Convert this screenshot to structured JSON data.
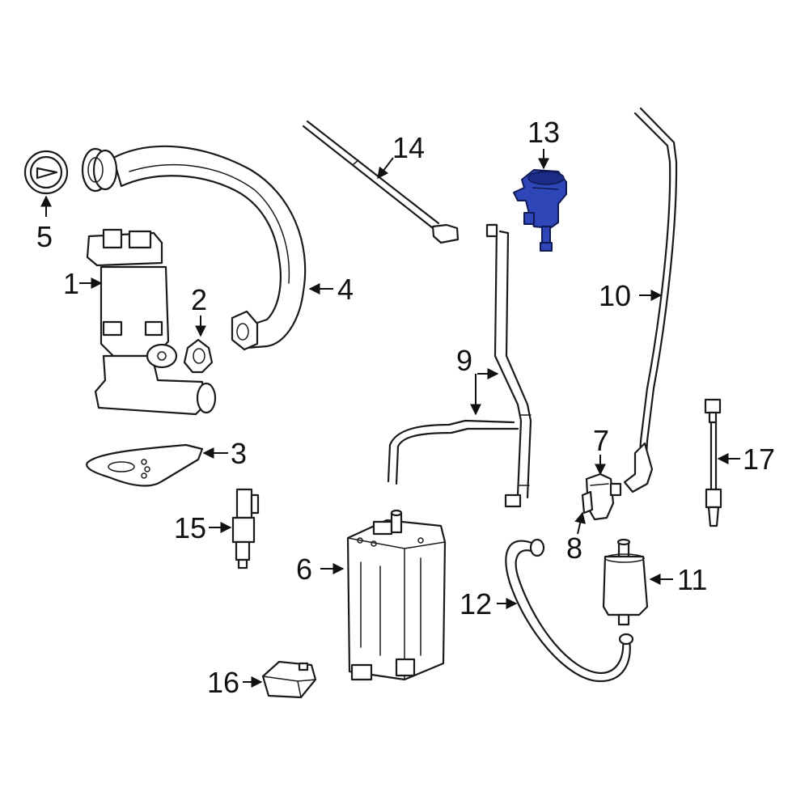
{
  "diagram": {
    "highlighted_part": "13",
    "highlight_color": "#2e46b8",
    "callouts": [
      {
        "id": "1",
        "label": "1"
      },
      {
        "id": "2",
        "label": "2"
      },
      {
        "id": "3",
        "label": "3"
      },
      {
        "id": "4",
        "label": "4"
      },
      {
        "id": "5",
        "label": "5"
      },
      {
        "id": "6",
        "label": "6"
      },
      {
        "id": "7",
        "label": "7"
      },
      {
        "id": "8",
        "label": "8"
      },
      {
        "id": "9",
        "label": "9"
      },
      {
        "id": "10",
        "label": "10"
      },
      {
        "id": "11",
        "label": "11"
      },
      {
        "id": "12",
        "label": "12"
      },
      {
        "id": "13",
        "label": "13"
      },
      {
        "id": "14",
        "label": "14"
      },
      {
        "id": "15",
        "label": "15"
      },
      {
        "id": "16",
        "label": "16"
      },
      {
        "id": "17",
        "label": "17"
      }
    ]
  }
}
